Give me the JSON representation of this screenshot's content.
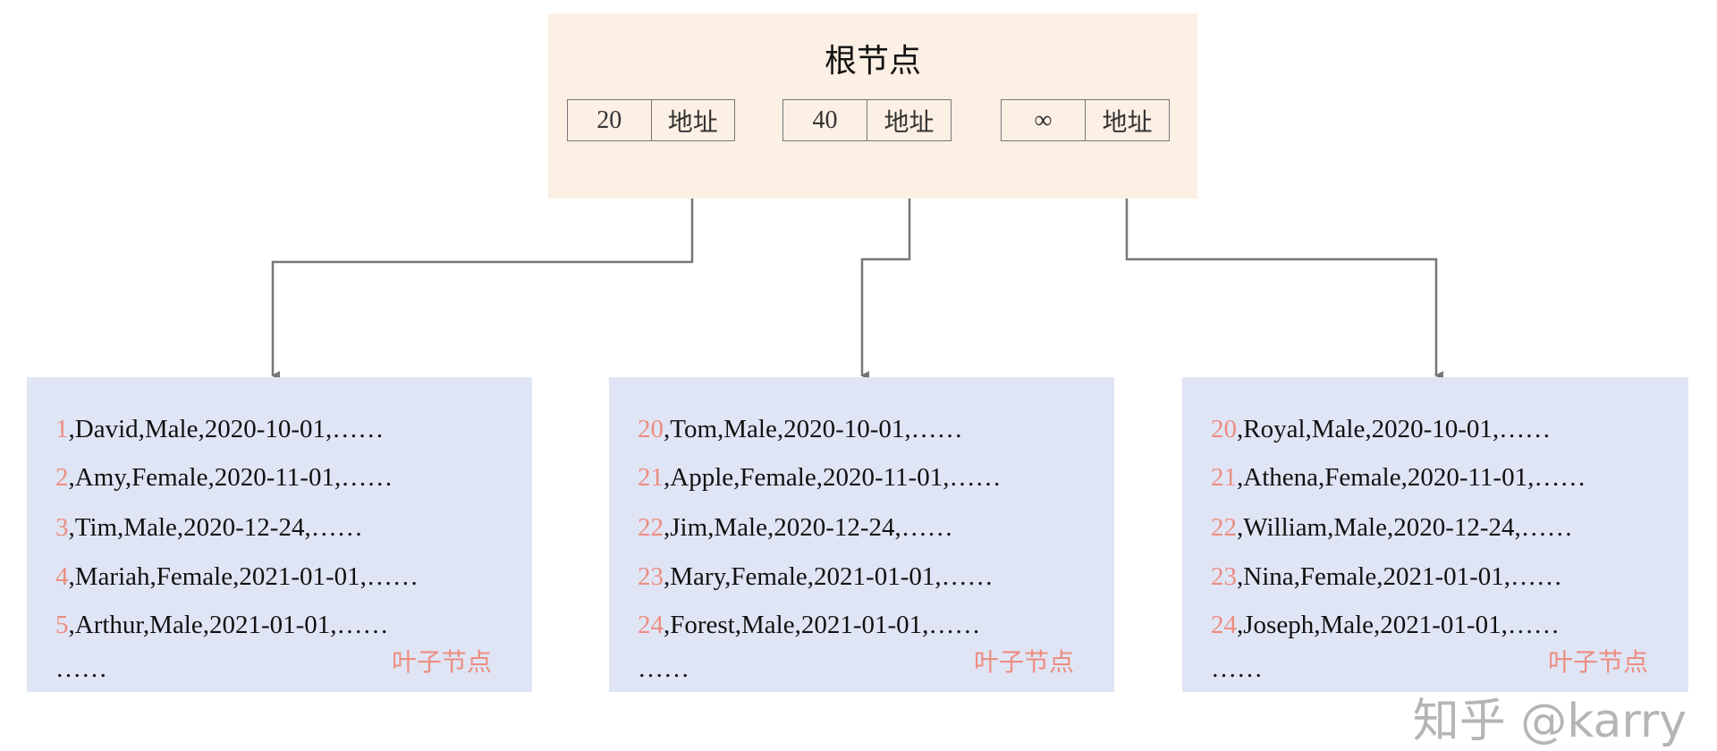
{
  "root": {
    "title": "根节点",
    "entries": [
      {
        "key": "20",
        "ptr": "地址"
      },
      {
        "key": "40",
        "ptr": "地址"
      },
      {
        "key": "∞",
        "ptr": "地址"
      }
    ]
  },
  "leaves": [
    {
      "label": "叶子节点",
      "rows": [
        {
          "k": "1",
          "r": ",David,Male,2020-10-01,……"
        },
        {
          "k": "2",
          "r": ",Amy,Female,2020-11-01,……"
        },
        {
          "k": "3",
          "r": ",Tim,Male,2020-12-24,……"
        },
        {
          "k": "4",
          "r": ",Mariah,Female,2021-01-01,……"
        },
        {
          "k": "5",
          "r": ",Arthur,Male,2021-01-01,……"
        }
      ],
      "more": "……"
    },
    {
      "label": "叶子节点",
      "rows": [
        {
          "k": "20",
          "r": ",Tom,Male,2020-10-01,……"
        },
        {
          "k": "21",
          "r": ",Apple,Female,2020-11-01,……"
        },
        {
          "k": "22",
          "r": ",Jim,Male,2020-12-24,……"
        },
        {
          "k": "23",
          "r": ",Mary,Female,2021-01-01,……"
        },
        {
          "k": "24",
          "r": ",Forest,Male,2021-01-01,……"
        }
      ],
      "more": "……"
    },
    {
      "label": "叶子节点",
      "rows": [
        {
          "k": "20",
          "r": ",Royal,Male,2020-10-01,……"
        },
        {
          "k": "21",
          "r": ",Athena,Female,2020-11-01,……"
        },
        {
          "k": "22",
          "r": ",William,Male,2020-12-24,……"
        },
        {
          "k": "23",
          "r": ",Nina,Female,2021-01-01,……"
        },
        {
          "k": "24",
          "r": ",Joseph,Male,2021-01-01,……"
        }
      ],
      "more": "……"
    }
  ],
  "watermark": "知乎 @karry",
  "colors": {
    "root_bg": "#fcefe4",
    "leaf_bg": "#e0e5f5",
    "key_highlight": "#ec8d80",
    "connector": "#777777"
  }
}
